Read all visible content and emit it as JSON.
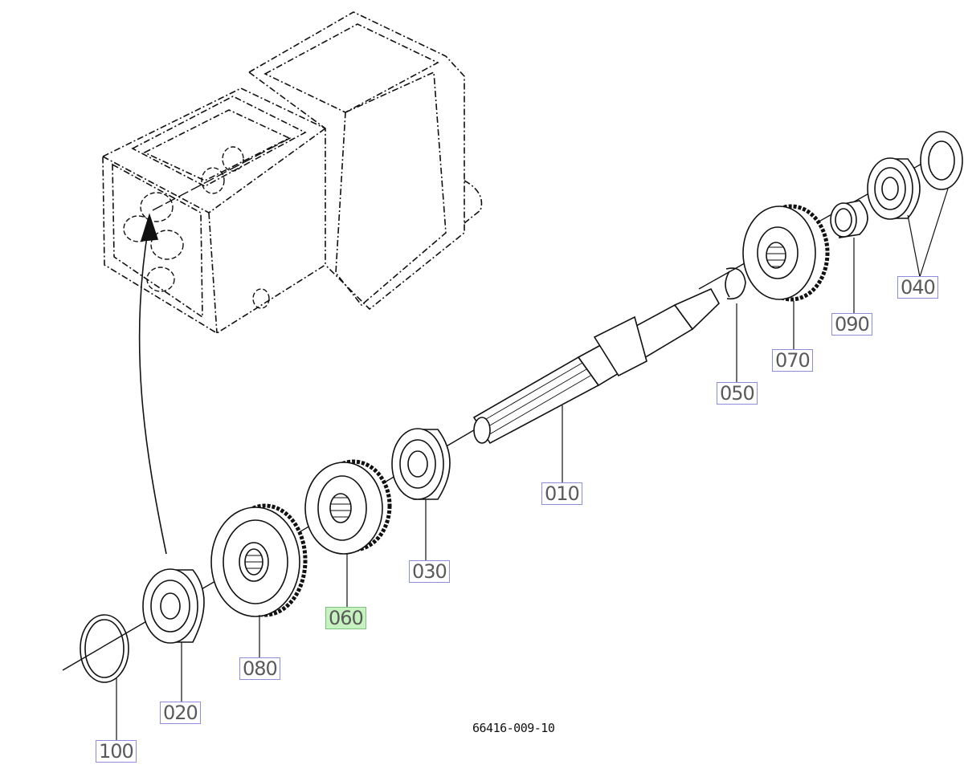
{
  "diagram": {
    "drawing_number": "66416-009-10",
    "colors": {
      "line": "#111111",
      "callout_border": "#8c8ce0",
      "highlight": "#c6f2c0"
    },
    "callouts": [
      {
        "id": "010",
        "label": "010",
        "highlight": false
      },
      {
        "id": "020",
        "label": "020",
        "highlight": false
      },
      {
        "id": "030",
        "label": "030",
        "highlight": false
      },
      {
        "id": "040",
        "label": "040",
        "highlight": false
      },
      {
        "id": "050",
        "label": "050",
        "highlight": false
      },
      {
        "id": "060",
        "label": "060",
        "highlight": true
      },
      {
        "id": "070",
        "label": "070",
        "highlight": false
      },
      {
        "id": "080",
        "label": "080",
        "highlight": false
      },
      {
        "id": "090",
        "label": "090",
        "highlight": false
      },
      {
        "id": "100",
        "label": "100",
        "highlight": false
      }
    ]
  }
}
